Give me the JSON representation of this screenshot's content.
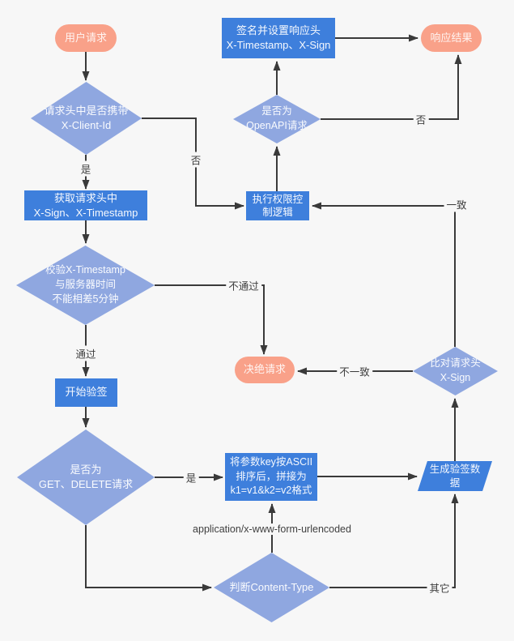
{
  "diagram": {
    "title_hint": "OpenAPI request signature verification flowchart",
    "colors": {
      "background": "#F7F7F7",
      "terminal_fill": "#F9A189",
      "process_fill": "#3E7FDC",
      "decision_fill": "#8FA7E0",
      "line": "#3A3A3A",
      "label_text": "#3F3F3F",
      "node_text": "#FFFFFF"
    }
  },
  "nodes": {
    "user_request": {
      "label": "用户请求",
      "shape": "terminal"
    },
    "check_client_id": {
      "label": "请求头中是否携带\nX-Client-Id",
      "shape": "decision"
    },
    "sign_response": {
      "label": "签名并设置响应头\nX-Timestamp、X-Sign",
      "shape": "process"
    },
    "response_result": {
      "label": "响应结果",
      "shape": "terminal"
    },
    "openapi_check": {
      "label": "是否为\nOpenAPI请求",
      "shape": "decision"
    },
    "exec_auth": {
      "label": "执行权限控\n制逻辑",
      "shape": "process"
    },
    "get_headers": {
      "label": "获取请求头中\nX-Sign、X-Timestamp",
      "shape": "process"
    },
    "check_timestamp": {
      "label": "校验X-Timestamp\n与服务器时间\n不能相差5分钟",
      "shape": "decision"
    },
    "reject_request": {
      "label": "决绝请求",
      "shape": "terminal"
    },
    "compare_sign": {
      "label": "比对请求头\nX-Sign",
      "shape": "decision"
    },
    "start_verify": {
      "label": "开始验签",
      "shape": "process"
    },
    "get_delete_check": {
      "label": "是否为\nGET、DELETE请求",
      "shape": "decision"
    },
    "ascii_sort": {
      "label": "将参数key按ASCII\n排序后，拼接为\nk1=v1&k2=v2格式",
      "shape": "process"
    },
    "gen_verify_data": {
      "label": "生成验签数\n据",
      "shape": "data"
    },
    "content_type_check": {
      "label": "判断Content-Type",
      "shape": "decision"
    }
  },
  "edge_labels": {
    "yes1": "是",
    "no1": "否",
    "pass": "通过",
    "fail": "不通过",
    "yes2": "是",
    "no2": "否",
    "match": "一致",
    "mismatch": "不一致",
    "other": "其它",
    "form_urlencoded": "application/x-www-form-urlencoded"
  }
}
